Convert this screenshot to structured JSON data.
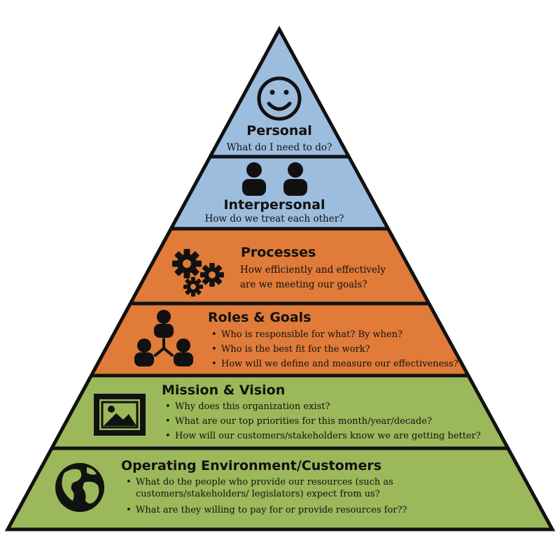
{
  "levels": [
    {
      "title": "Personal",
      "question": "What do I need to do?",
      "icon": "smiley-face-icon",
      "color": "#9dbddf"
    },
    {
      "title": "Interpersonal",
      "question": "How do we treat each other?",
      "icon": "two-people-icon",
      "color": "#9dbddf"
    },
    {
      "title": "Processes",
      "question_lines": [
        "How efficiently and effectively",
        "are we meeting our goals?"
      ],
      "icon": "gears-icon",
      "color": "#e07b39"
    },
    {
      "title": "Roles & Goals",
      "bullets": [
        "Who is responsible for what? By when?",
        "Who is the best fit for the work?",
        "How will we define and measure our effectiveness?"
      ],
      "icon": "org-chart-people-icon",
      "color": "#e07b39"
    },
    {
      "title": "Mission & Vision",
      "bullets": [
        "Why does this organization exist?",
        "What are our top priorities for this month/year/decade?",
        "How will our customers/stakeholders know we are getting better?"
      ],
      "icon": "picture-frame-icon",
      "color": "#9bb85a"
    },
    {
      "title": "Operating Environment/Customers",
      "bullets": [
        "What do the people who provide our resources (such as customers/stakeholders/ legislators) expect from us?",
        "What are they willing to pay for or provide resources for??"
      ],
      "icon": "globe-icon",
      "color": "#9bb85a"
    }
  ]
}
